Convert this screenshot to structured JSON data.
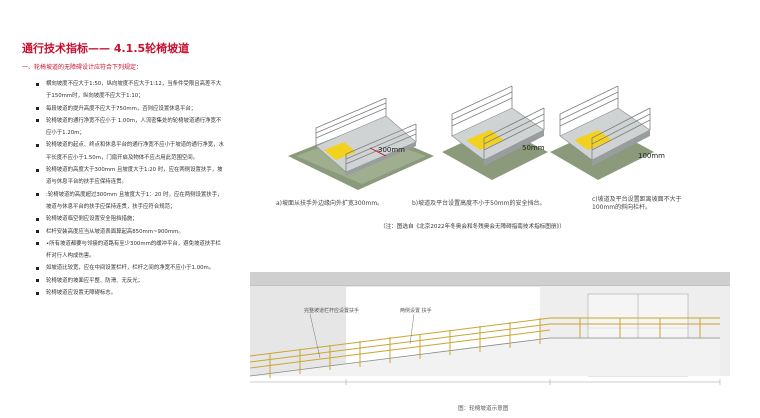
{
  "header": {
    "title": "通行技术指标——  4.1.5轮椅坡道",
    "subtitle": "一、轮椅坡道的无障碍设计应符合下列规定："
  },
  "bullets": [
    "横向坡度不应大于1:50，纵向坡度不应大于1:12，当条件受限且高差不大于150mm时，纵向坡度不应大于1:10；",
    "每段坡道的提升高度不应大于750mm，否则应设置休息平台；",
    "轮椅坡道的通行净宽不应小于 1.00m，人流密集处的轮椅坡道通行净宽不应小于1.20m；",
    "轮椅坡道的起点、终点和休息平台的通行净宽不应小于坡道的通行净宽，水平长度不应小于1.50m，门扇开启及物体不应占用此范围空间。",
    "轮椅坡道的高度大于300mm 且坡度大于1:20 时，应在两侧设置扶手，坡道与休息平台的扶手应保持连贯。",
    ":轮椅坡道的高度超过300mm 且坡度大于1：20 时，应在两侧设置扶手，坡道与休息平台的扶手应保持连贯，扶手应符合规范；",
    "轮椅坡道临空侧应设置安全阻挡措施；",
    "栏杆安装高度应当从坡道表面算起高850mm~900mm。",
    "•所有坡道都要与邻接的道路有至少300mm的缓冲平台，避免坡道扶手栏杆对行人构成伤害。",
    "如坡道比较宽，应在中间设置栏杆，栏杆之间的净宽不应小于1.00m。",
    "轮椅坡道的坡面应平整、防滑、无反光；",
    "轮椅坡道应设置无障碍标志。"
  ],
  "figures": {
    "a": {
      "caption": "a)坡面从扶手外边缘向外扩宽300mm。",
      "dim": "300mm"
    },
    "b": {
      "caption": "b)坡道及平台设置高度不小于50mm的安全挡台。",
      "dim": "50mm"
    },
    "c": {
      "caption": "c)坡道及平台设置距离坡面不大于100mm的斜向栏杆。",
      "dim": "100mm"
    },
    "note": "（注：图选自《北京2022年冬奥会和冬残奥会无障碍指南技术指标图册》）"
  },
  "elevation": {
    "label_left": "完整坡道栏杆应设置扶手",
    "label_right": "两侧设置 扶手",
    "caption": "图：轮椅坡道示意图"
  },
  "colors": {
    "accent": "#c8102e",
    "tactile": "#f2d21f",
    "rail_gold": "#c8a632",
    "paving": "#8a9a7a"
  }
}
